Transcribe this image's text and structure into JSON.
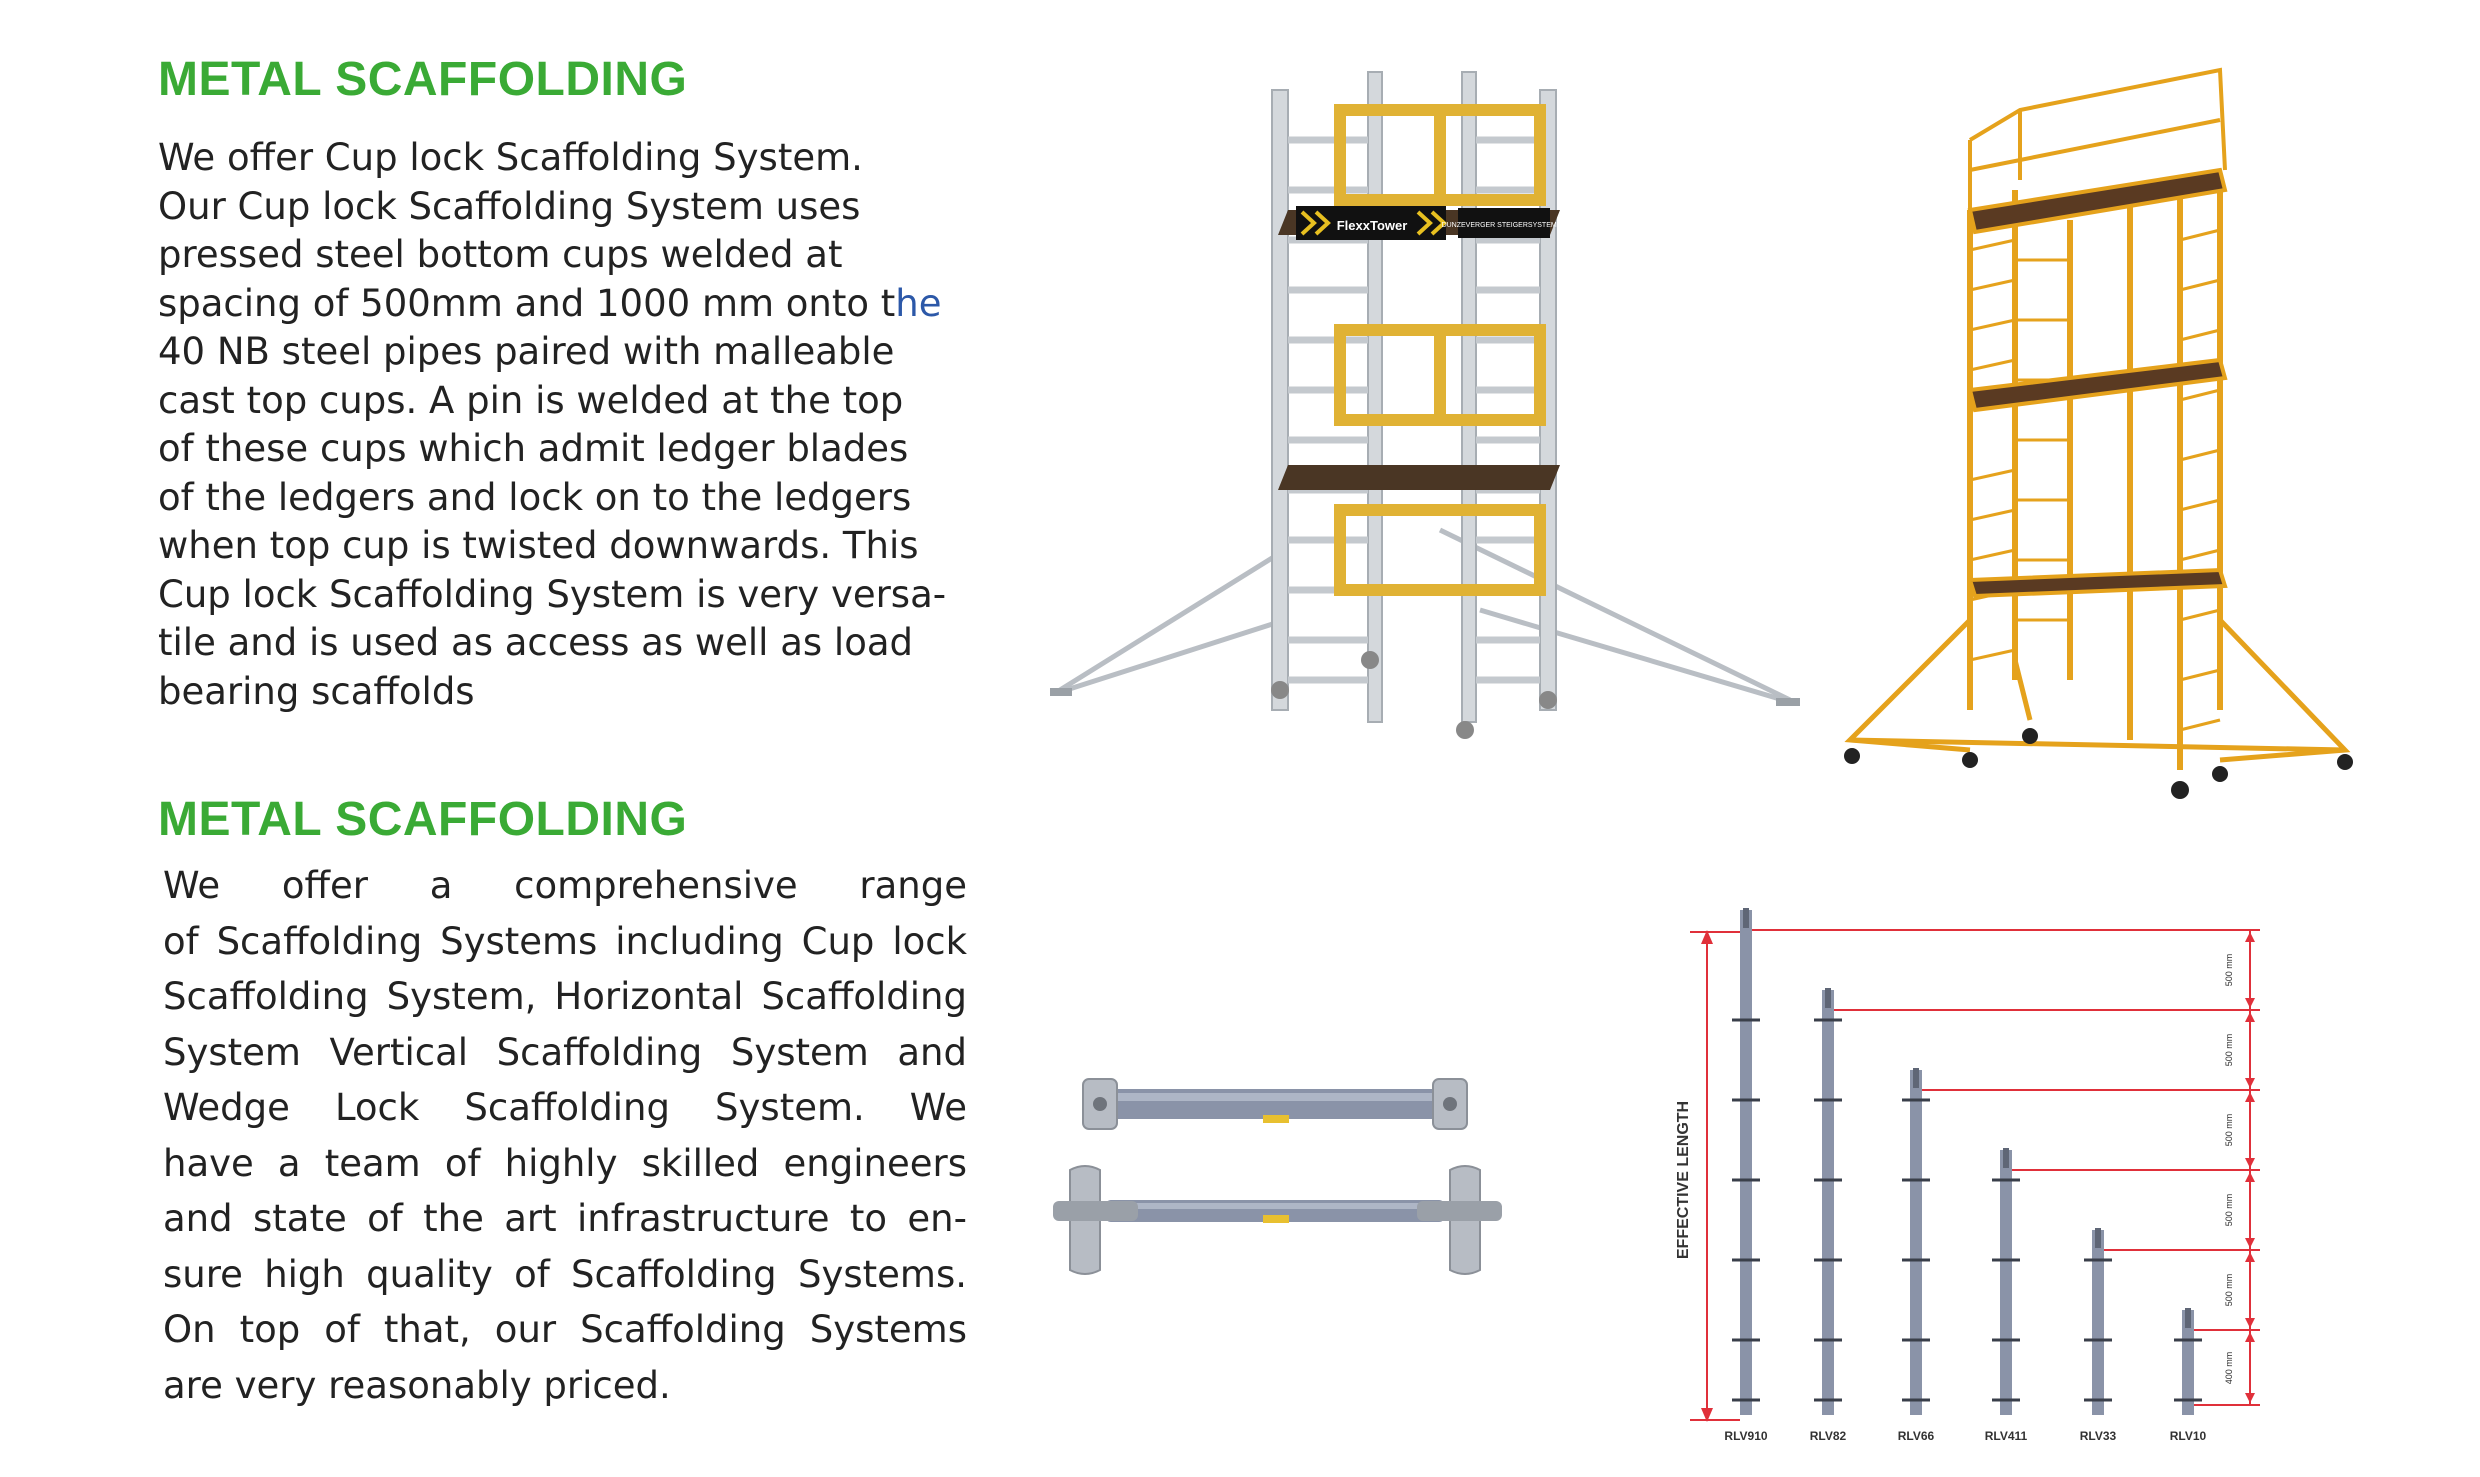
{
  "section1": {
    "heading": "METAL SCAFFOLDING",
    "lines": [
      "We offer Cup lock Scaffolding System.",
      "Our Cup lock Scaffolding System uses",
      "pressed steel bottom cups welded at",
      "spacing of 500mm and 1000 mm onto t",
      "40 NB steel pipes paired with malleable",
      "cast top cups. A pin is welded at the top",
      "of these cups which admit ledger blades",
      "of the ledgers and lock on to the ledgers",
      "when top cup is twisted downwards. This",
      "Cup lock Scaffolding System is very versa-",
      "tile and is used as access as well as load",
      "bearing scaffolds"
    ],
    "line4_highlight": "he"
  },
  "section2": {
    "heading": "METAL SCAFFOLDING",
    "lines": [
      "We offer a comprehensive range",
      "of Scaffolding Systems including Cup lock",
      "Scaffolding System, Horizontal Scaffolding",
      "System Vertical Scaffolding System and",
      "Wedge Lock Scaffolding System. We",
      "have a team of highly skilled engineers",
      "and state of the art infrastructure to en-",
      "sure high quality of Scaffolding Systems.",
      "On top of that, our Scaffolding Systems",
      "are very reasonably priced."
    ]
  },
  "tower1": {
    "sign_left": "FlexxTower",
    "sign_right": "DUNZEVERGER STEIGERSYSTEMEN"
  },
  "diagram": {
    "axis_label": "EFFECTIVE LENGTH",
    "products": [
      "RLV910",
      "RLV82",
      "RLV66",
      "RLV411",
      "RLV33",
      "RLV10"
    ],
    "dimensions": [
      "500 mm",
      "500 mm",
      "500 mm",
      "500 mm",
      "500 mm",
      "400 mm"
    ]
  },
  "colors": {
    "heading": "#3aaa35",
    "text": "#222222",
    "highlight": "#2c58a8",
    "dimension": "#e0303a",
    "tube": "#8a93a8",
    "yellow": "#e8b020",
    "aluminium": "#d4d8dc"
  }
}
